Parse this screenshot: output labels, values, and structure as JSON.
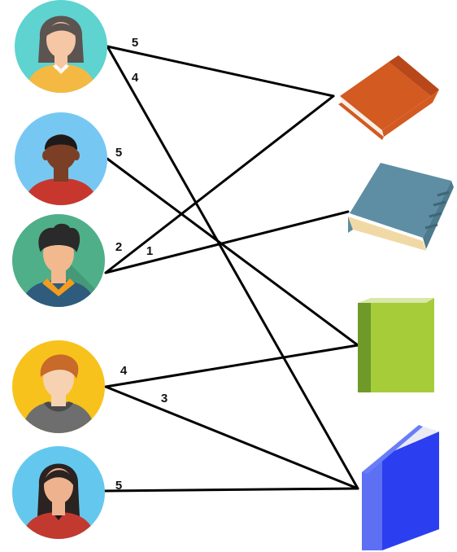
{
  "people": [
    {
      "id": "p1",
      "icon": "woman-short-hair-avatar-icon",
      "bg": "#5ED3CF",
      "shirt": "#F4B942",
      "skin": "#F6C7A5",
      "hair": "#5B5451"
    },
    {
      "id": "p2",
      "icon": "dark-skinned-man-avatar-icon",
      "bg": "#76C8F2",
      "shirt": "#C8372D",
      "skin": "#7A3F25",
      "hair": "#1E1A19"
    },
    {
      "id": "p3",
      "icon": "man-curly-hair-avatar-icon",
      "bg": "#4FAF89",
      "shirt": "#2F5B7C",
      "skin": "#F3B98E",
      "hair": "#2A2A2A"
    },
    {
      "id": "p4",
      "icon": "man-hoodie-avatar-icon",
      "bg": "#F8C21C",
      "shirt": "#6E6E6E",
      "skin": "#F6D2B3",
      "hair": "#C76A2A"
    },
    {
      "id": "p5",
      "icon": "woman-long-hair-avatar-icon",
      "bg": "#64C8EE",
      "shirt": "#C23A2F",
      "skin": "#EEB28E",
      "hair": "#2A2321"
    }
  ],
  "books": [
    {
      "id": "b1",
      "icon": "orange-book-icon",
      "color": "#D35A20"
    },
    {
      "id": "b2",
      "icon": "old-blue-book-icon",
      "color": "#5E8EA3"
    },
    {
      "id": "b3",
      "icon": "green-book-icon",
      "color": "#A6CC3A"
    },
    {
      "id": "b4",
      "icon": "blue-book-icon",
      "color": "#2B3FF0"
    }
  ],
  "edges": [
    {
      "from": "p1",
      "to": "b1",
      "label": "5"
    },
    {
      "from": "p1",
      "to": "b4",
      "label": "4"
    },
    {
      "from": "p2",
      "to": "b3",
      "label": "5"
    },
    {
      "from": "p3",
      "to": "b1",
      "label": "2"
    },
    {
      "from": "p3",
      "to": "b2",
      "label": "1"
    },
    {
      "from": "p4",
      "to": "b3",
      "label": "4"
    },
    {
      "from": "p4",
      "to": "b4",
      "label": "3"
    },
    {
      "from": "p5",
      "to": "b4",
      "label": "5"
    }
  ]
}
